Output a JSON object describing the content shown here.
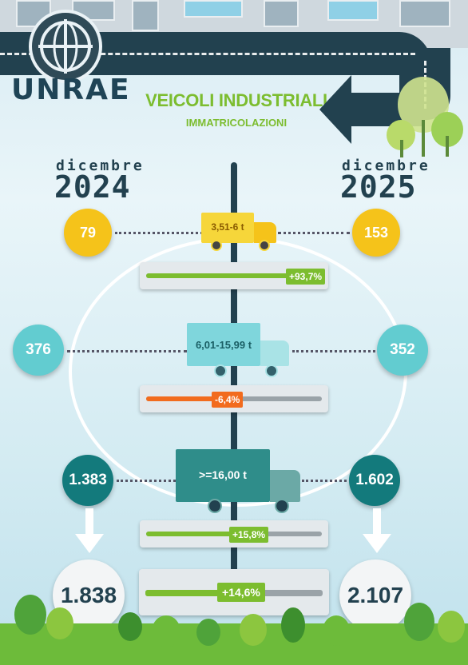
{
  "brand": {
    "logo_text": "UNRAE"
  },
  "header": {
    "title": "VEICOLI INDUSTRIALI",
    "subtitle": "IMMATRICOLAZIONI"
  },
  "periods": {
    "left": {
      "month": "dicembre",
      "year": "2024"
    },
    "right": {
      "month": "dicembre",
      "year": "2025"
    }
  },
  "segments": [
    {
      "label": "3,51-6 t",
      "left": "79",
      "right": "153",
      "change": "+93,7%",
      "change_fraction": 0.85,
      "direction": "up"
    },
    {
      "label": "6,01-15,99 t",
      "left": "376",
      "right": "352",
      "change": "-6,4%",
      "change_fraction": 0.42,
      "direction": "down"
    },
    {
      "label": ">=16,00 t",
      "left": "1.383",
      "right": "1.602",
      "change": "+15,8%",
      "change_fraction": 0.5,
      "direction": "up"
    }
  ],
  "totals": {
    "left": "1.838",
    "right": "2.107",
    "change": "+14,6%",
    "change_fraction": 0.48
  },
  "colors": {
    "green": "#7cbd2f",
    "orange": "#f26b1d",
    "yellow": "#f5c31a",
    "light_teal": "#62ccd0",
    "dark_teal": "#137a7c",
    "navy": "#22414f"
  }
}
